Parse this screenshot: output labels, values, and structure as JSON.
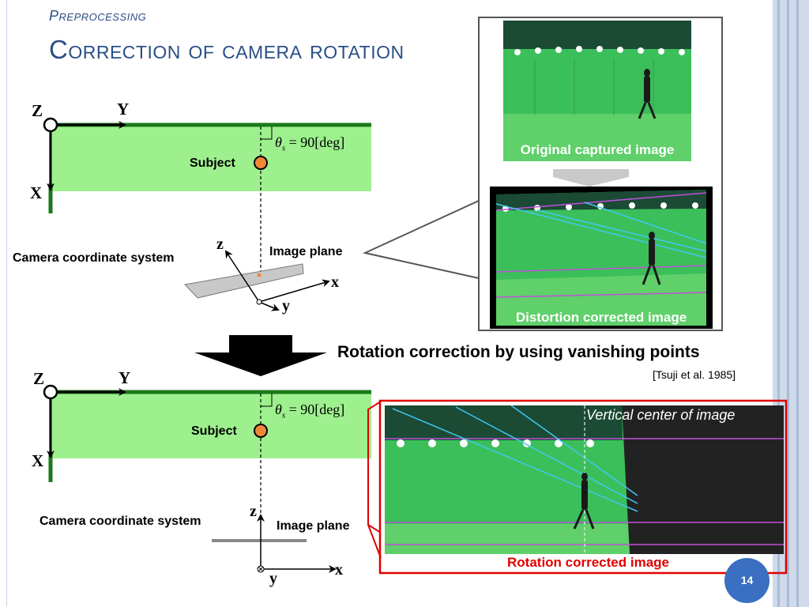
{
  "slide": {
    "subtitle": "Preprocessing",
    "title": "Correction of camera rotation",
    "page_number": "14"
  },
  "top_diagram": {
    "axis_Z": "Z",
    "axis_Y": "Y",
    "axis_X": "X",
    "theta_symbol": "θ",
    "theta_sub": "s",
    "theta_value": "= 90[deg]",
    "subject_label": "Subject",
    "camera_label": "Camera coordinate system",
    "image_plane_label": "Image plane",
    "cam_z": "z",
    "cam_x": "x",
    "cam_y": "y"
  },
  "bottom_diagram": {
    "axis_Z": "Z",
    "axis_Y": "Y",
    "axis_X": "X",
    "theta_symbol": "θ",
    "theta_sub": "s",
    "theta_value": "= 90[deg]",
    "subject_label": "Subject",
    "camera_label": "Camera coordinate system",
    "image_plane_label": "Image plane",
    "cam_z": "z",
    "cam_x": "x",
    "cam_y": "y"
  },
  "images": {
    "original_caption": "Original captured image",
    "distortion_caption": "Distortion corrected image",
    "vertical_center": "Vertical center of image",
    "rotation_caption": "Rotation corrected image"
  },
  "method": {
    "heading": "Rotation correction by using vanishing points",
    "citation": "[Tsuji et al. 1985]"
  },
  "colors": {
    "title": "#2a4e86",
    "field_green": "#9ef08e",
    "axis_green": "#1a7a1a",
    "subject_orange": "#f0883a",
    "highlight_red": "#e00000",
    "badge_blue": "#3a6fc1"
  }
}
